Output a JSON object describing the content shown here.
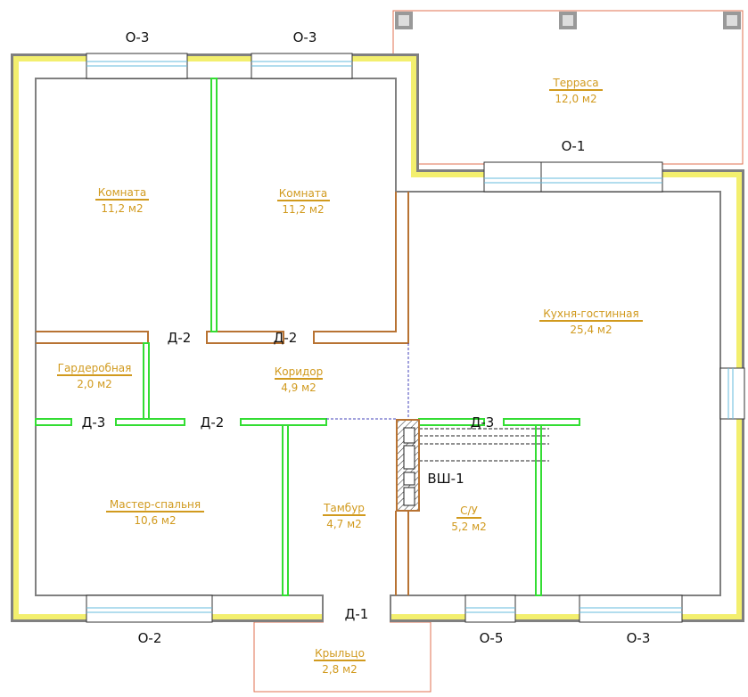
{
  "colors": {
    "wall_fill": "#f3ef6e",
    "wall_line": "#808080",
    "partition_brown": "#b87333",
    "partition_green": "#33dd33",
    "window_line": "#66bbdd",
    "terrace_line": "#e07050",
    "room_text": "#d19a1e"
  },
  "rooms": [
    {
      "name": "Комната",
      "area": "11,2 м2"
    },
    {
      "name": "Комната",
      "area": "11,2 м2"
    },
    {
      "name": "Терраса",
      "area": "12,0 м2"
    },
    {
      "name": "Кухня-гостинная",
      "area": "25,4 м2"
    },
    {
      "name": "Гардеробная",
      "area": "2,0 м2"
    },
    {
      "name": "Коридор",
      "area": "4,9 м2"
    },
    {
      "name": "Мастер-спальня",
      "area": "10,6 м2"
    },
    {
      "name": "Тамбур",
      "area": "4,7 м2"
    },
    {
      "name": "С/У",
      "area": "5,2 м2"
    },
    {
      "name": "Крыльцо",
      "area": "2,8 м2"
    }
  ],
  "marks": {
    "window_top_left": "О-3",
    "window_top_mid": "О-3",
    "window_kitchen_top": "О-1",
    "window_bottom_left": "О-2",
    "window_bottom_mid": "О-5",
    "window_bottom_right": "О-3",
    "door_room1": "Д-2",
    "door_room2": "Д-2",
    "door_wardrobe": "Д-3",
    "door_master": "Д-2",
    "door_bath": "Д-3",
    "door_entrance": "Д-1",
    "vent_shaft": "ВШ-1"
  }
}
